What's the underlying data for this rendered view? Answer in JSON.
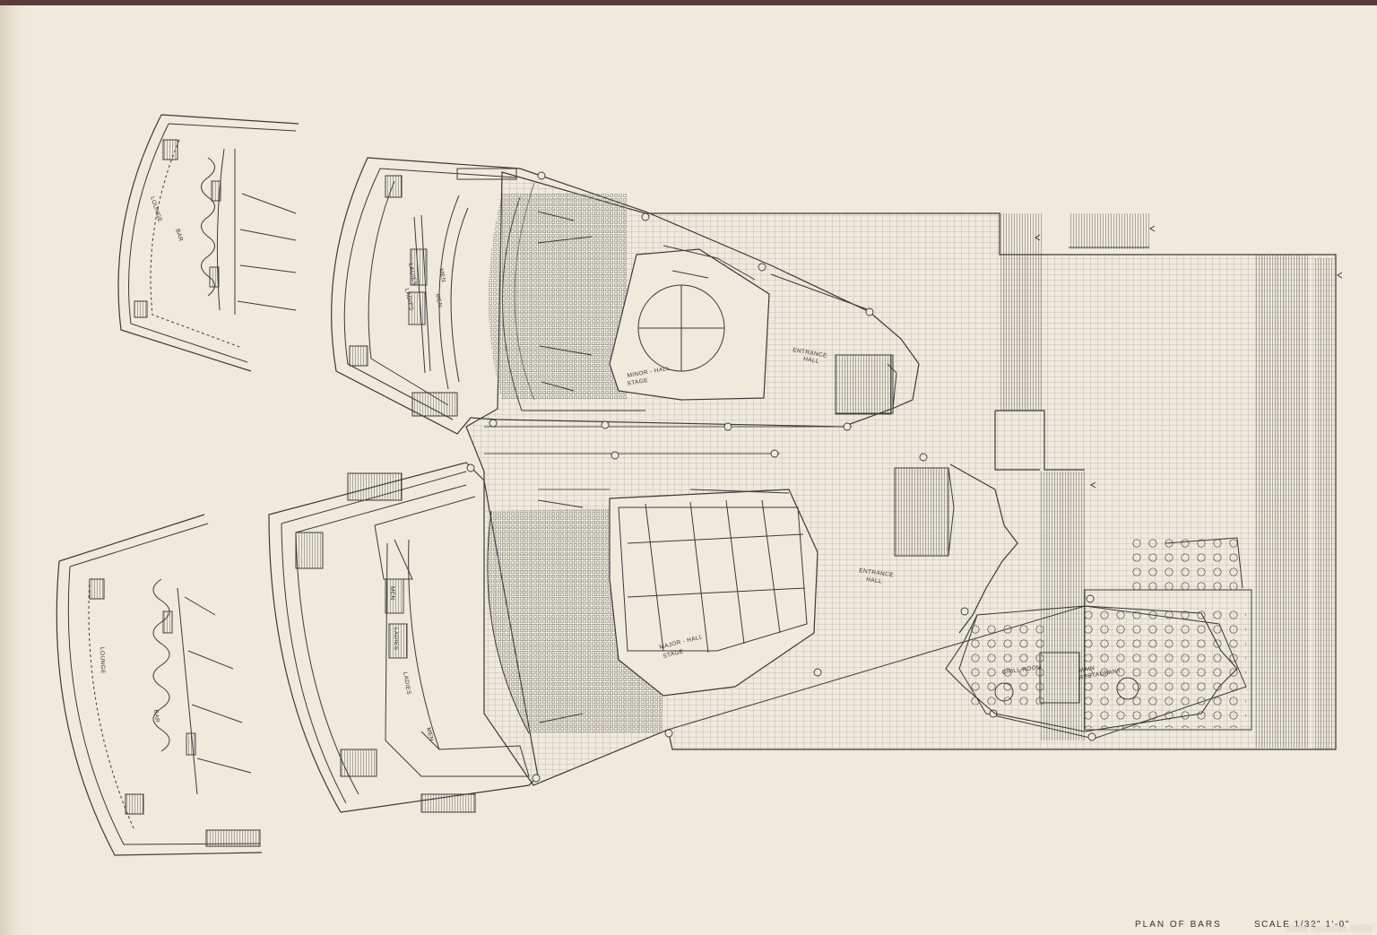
{
  "drawing": {
    "title": "PLAN OF BARS",
    "scale": "SCALE 1/32\" 1'-0\"",
    "watermark": "State Records NSW"
  },
  "labels": {
    "lounge_upper": "LOUNGE",
    "bar_upper": "BAR",
    "lounge_lower": "LOUNGE",
    "bar_lower": "BAR",
    "ladies_1": "LADIES",
    "ladies_2": "LADIES",
    "men_1": "MEN",
    "men_2": "MEN",
    "minor_hall_line1": "MINOR - HALL",
    "minor_hall_line2": "STAGE",
    "entrance_hall_1_line1": "ENTRANCE",
    "entrance_hall_1_line2": "HALL",
    "men_3": "MEN",
    "ladies_3": "LADIES",
    "ladies_4": "LADIES",
    "men_4": "MEN",
    "major_hall_line1": "MAJOR - HALL",
    "major_hall_line2": "STAGE",
    "entrance_hall_2_line1": "ENTRANCE",
    "entrance_hall_2_line2": "HALL",
    "grill_room": "GRILL ROOM",
    "main_restaurant_line1": "MAIN",
    "main_restaurant_line2": "RESTAURANT"
  },
  "colors": {
    "paper": "#efeadb",
    "ink": "#3a3a3a",
    "cover": "#5b3a3e"
  }
}
